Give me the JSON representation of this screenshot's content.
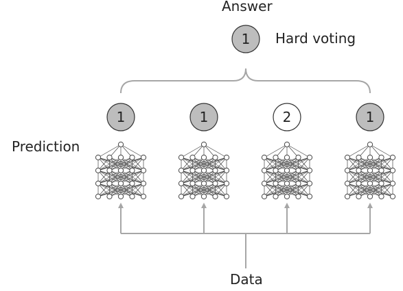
{
  "labels": {
    "answer": "Answer",
    "method": "Hard voting",
    "prediction": "Prediction",
    "data": "Data"
  },
  "answer": {
    "value": "1",
    "filled": true
  },
  "models": [
    {
      "prediction": "1",
      "filled": true
    },
    {
      "prediction": "1",
      "filled": true
    },
    {
      "prediction": "2",
      "filled": false
    },
    {
      "prediction": "1",
      "filled": true
    }
  ],
  "network": {
    "layers": [
      1,
      5,
      5,
      5,
      5
    ]
  },
  "colors": {
    "circle_filled": "#bdbdbd",
    "circle_empty": "#ffffff",
    "circle_stroke": "#333333",
    "connector": "#a6a6a6",
    "net_line": "#444444",
    "text": "#222222"
  }
}
